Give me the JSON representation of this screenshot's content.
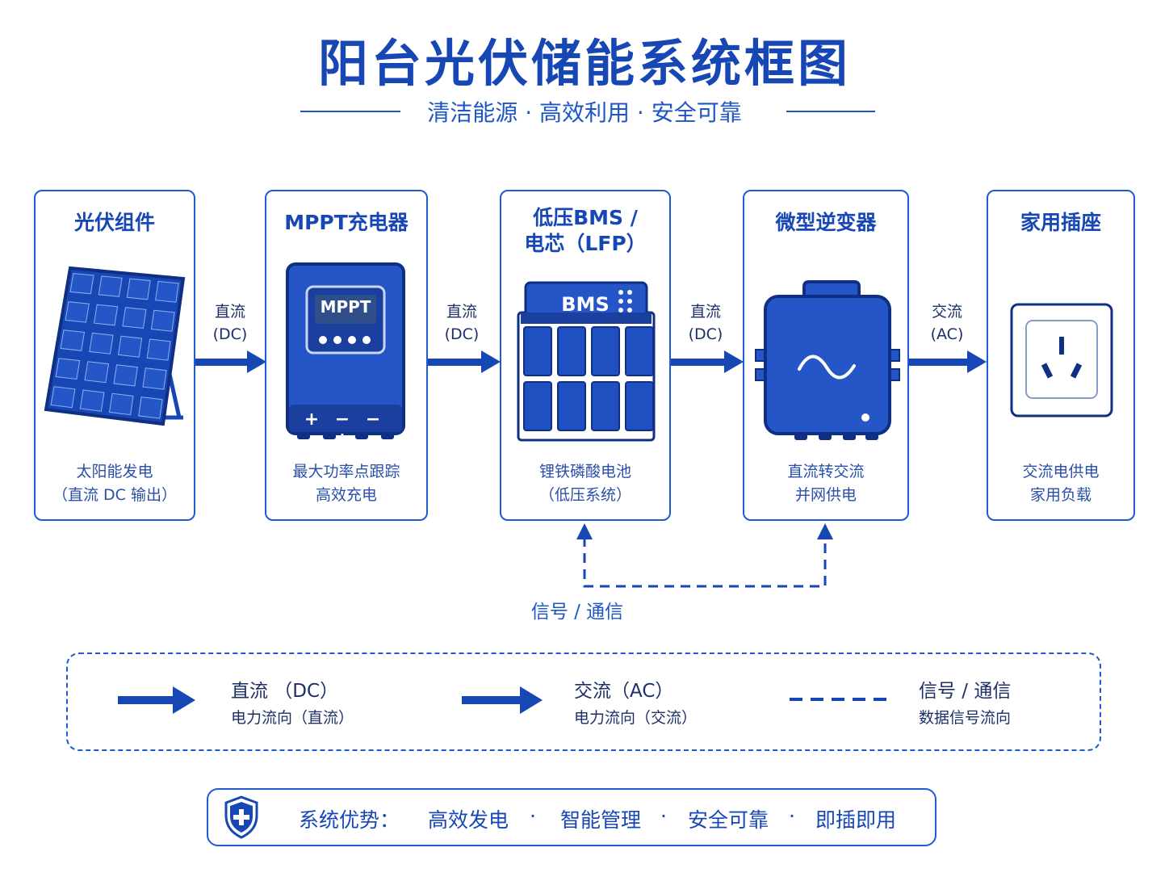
{
  "header": {
    "title": "阳台光伏储能系统框图",
    "subtitle": "清洁能源 · 高效利用 · 安全可靠"
  },
  "components": [
    {
      "title": "光伏组件",
      "desc1": "太阳能发电",
      "desc2": "（直流 DC 输出）"
    },
    {
      "title": "MPPT充电器",
      "desc1": "最大功率点跟踪",
      "desc2": "高效充电",
      "screen_label": "MPPT",
      "terminals": "+ − − +"
    },
    {
      "title": "低压BMS /",
      "title2": "电芯（LFP）",
      "desc1": "锂铁磷酸电池",
      "desc2": "（低压系统）",
      "bms_label": "BMS"
    },
    {
      "title": "微型逆变器",
      "desc1": "直流转交流",
      "desc2": "并网供电"
    },
    {
      "title": "家用插座",
      "desc1": "交流电供电",
      "desc2": "家用负载"
    }
  ],
  "flows": [
    {
      "label1": "直流",
      "label2": "(DC)"
    },
    {
      "label1": "直流",
      "label2": "(DC)"
    },
    {
      "label1": "直流",
      "label2": "(DC)"
    },
    {
      "label1": "交流",
      "label2": "(AC)"
    }
  ],
  "signal_label": "信号 / 通信",
  "legend": {
    "items": [
      {
        "title": "直流 （DC）",
        "desc": "电力流向（直流）",
        "style": "solid"
      },
      {
        "title": "交流（AC）",
        "desc": "电力流向（交流）",
        "style": "solid"
      },
      {
        "title": "信号 / 通信",
        "desc": "数据信号流向",
        "style": "dashed"
      }
    ]
  },
  "advantages": {
    "label": "系统优势：",
    "items": [
      "高效发电",
      "智能管理",
      "安全可靠",
      "即插即用"
    ],
    "separator": "·"
  },
  "colors": {
    "primary": "#1747b5",
    "accent": "#1f5bd0",
    "device_fill": "#2456c8",
    "cell_fill": "#1f4fc0"
  }
}
